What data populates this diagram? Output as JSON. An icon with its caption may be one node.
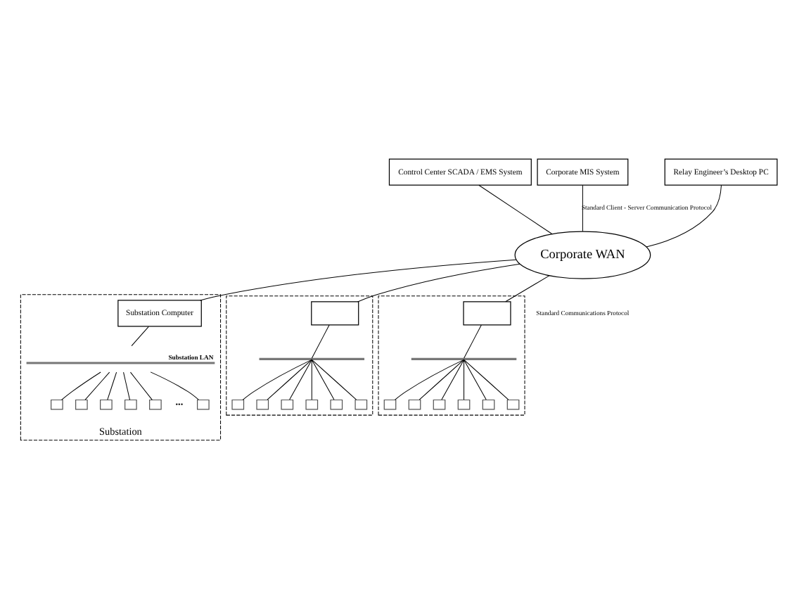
{
  "diagram": {
    "nodes": [
      {
        "text": [
          "Control Center SCADA / EMS System"
        ]
      },
      {
        "text": [
          "Corporate MIS System"
        ]
      },
      {
        "text": [
          "Relay Engineer’s Desktop PC"
        ]
      },
      {
        "text": [
          "Corporate WAN"
        ]
      },
      {
        "text": [
          "Substation"
        ]
      },
      {
        "text": [
          "Substation Computer"
        ],
        "in": 4
      },
      {
        "text": [
          "Substation LAN"
        ],
        "in": 4
      },
      {
        "text": [],
        "shape": "box",
        "in": 4
      },
      {
        "text": [],
        "shape": "box",
        "in": 4
      },
      {
        "text": [],
        "shape": "box",
        "in": 4
      },
      {
        "text": [],
        "shape": "box",
        "in": 4
      },
      {
        "text": [],
        "shape": "box",
        "in": 4
      },
      {
        "text": [],
        "shape": "box",
        "in": 4
      },
      {
        "text": [],
        "shape": "box"
      },
      {
        "text": [],
        "shape": "box",
        "in": 13
      },
      {
        "text": [],
        "shape": "bar",
        "in": 13
      },
      {
        "text": [],
        "shape": "box",
        "in": 13
      },
      {
        "text": [],
        "shape": "box",
        "in": 13
      },
      {
        "text": [],
        "shape": "box",
        "in": 13
      },
      {
        "text": [],
        "shape": "box",
        "in": 13
      },
      {
        "text": [],
        "shape": "box",
        "in": 13
      },
      {
        "text": [],
        "shape": "box",
        "in": 13
      },
      {
        "text": [],
        "shape": "box"
      },
      {
        "text": [],
        "shape": "box",
        "in": 22
      },
      {
        "text": [],
        "shape": "bar",
        "in": 22
      },
      {
        "text": [],
        "shape": "box",
        "in": 22
      },
      {
        "text": [],
        "shape": "box",
        "in": 22
      },
      {
        "text": [],
        "shape": "box",
        "in": 22
      },
      {
        "text": [],
        "shape": "box",
        "in": 22
      },
      {
        "text": [],
        "shape": "box",
        "in": 22
      },
      {
        "text": [],
        "shape": "box",
        "in": 22
      }
    ],
    "edges": [
      {
        "from": 0,
        "to": 3,
        "arrow": "none"
      },
      {
        "from": 1,
        "to": 3,
        "arrow": "none",
        "label": "Standard Client - Server Communication Protocol"
      },
      {
        "from": 2,
        "to": 3,
        "arrow": "none"
      },
      {
        "from": 3,
        "to": 5,
        "arrow": "none"
      },
      {
        "from": 3,
        "to": 14,
        "arrow": "none"
      },
      {
        "from": 3,
        "to": 23,
        "arrow": "none"
      },
      {
        "from": 5,
        "to": 6,
        "arrow": "none"
      },
      {
        "from": 6,
        "to": 7,
        "arrow": "none"
      },
      {
        "from": 6,
        "to": 8,
        "arrow": "none"
      },
      {
        "from": 6,
        "to": 9,
        "arrow": "none"
      },
      {
        "from": 6,
        "to": 10,
        "arrow": "none"
      },
      {
        "from": 6,
        "to": 11,
        "arrow": "none"
      },
      {
        "from": 6,
        "to": 12,
        "arrow": "none"
      },
      {
        "from": 14,
        "to": 15,
        "arrow": "none"
      },
      {
        "from": 15,
        "to": 16,
        "arrow": "none"
      },
      {
        "from": 15,
        "to": 17,
        "arrow": "none"
      },
      {
        "from": 15,
        "to": 18,
        "arrow": "none"
      },
      {
        "from": 15,
        "to": 19,
        "arrow": "none"
      },
      {
        "from": 15,
        "to": 20,
        "arrow": "none"
      },
      {
        "from": 15,
        "to": 21,
        "arrow": "none"
      },
      {
        "from": 23,
        "to": 24,
        "arrow": "none"
      },
      {
        "from": 24,
        "to": 25,
        "arrow": "none"
      },
      {
        "from": 24,
        "to": 26,
        "arrow": "none"
      },
      {
        "from": 24,
        "to": 27,
        "arrow": "none"
      },
      {
        "from": 24,
        "to": 28,
        "arrow": "none"
      },
      {
        "from": 24,
        "to": 29,
        "arrow": "none"
      },
      {
        "from": 24,
        "to": 30,
        "arrow": "none"
      }
    ],
    "labels": [
      "Standard Communications Protocol",
      "•••"
    ]
  }
}
